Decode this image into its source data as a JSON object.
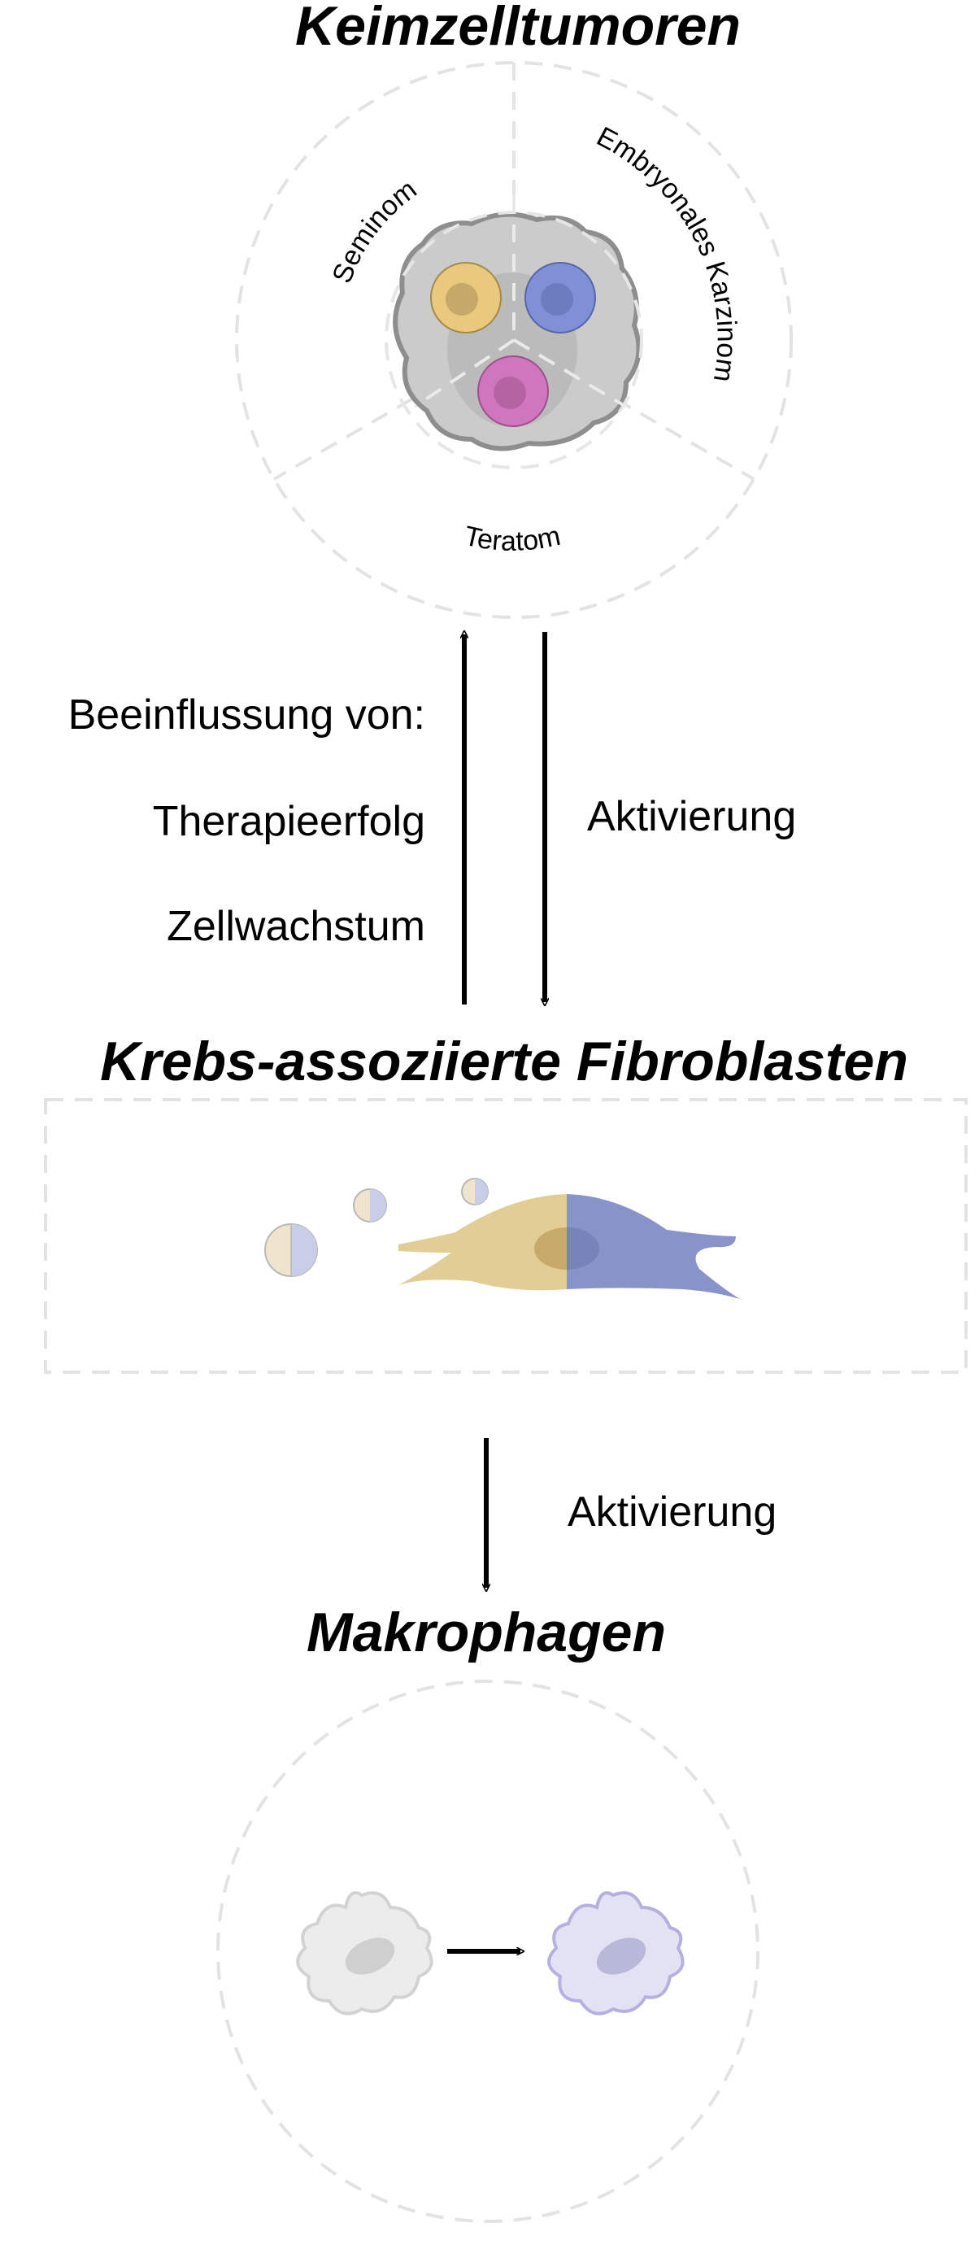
{
  "sections": {
    "germ_cell_tumors": {
      "title": "Keimzelltumoren",
      "subtypes": [
        "Seminom",
        "Embryonales Karzinom",
        "Teratom"
      ]
    },
    "fibroblasts": {
      "title": "Krebs-assoziierte Fibroblasten"
    },
    "macrophages": {
      "title": "Makrophagen"
    }
  },
  "arrows": {
    "influence_heading": "Beeinflussung von:",
    "influence_items": [
      "Therapieerfolg",
      "Zellwachstum"
    ],
    "activation_1": "Aktivierung",
    "activation_2": "Aktivierung"
  },
  "colors": {
    "seminom": "#e8c97e",
    "embryonal": "#7f90d6",
    "teratom": "#d076bf",
    "tumor_gray": "#c9c9c9",
    "dash": "#e3e3e3"
  }
}
